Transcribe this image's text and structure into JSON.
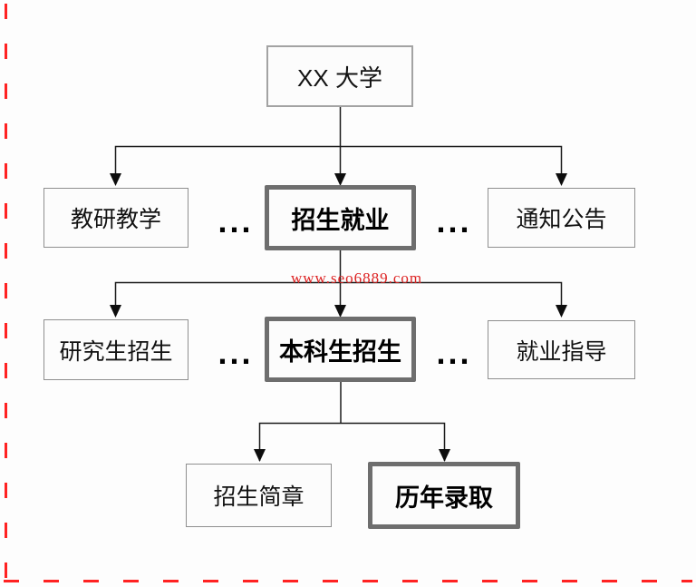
{
  "canvas": {
    "background": "#fdfdfd",
    "line_color": "#1b1b1b",
    "thin_border_color": "#8f8f8f",
    "thick_border_color": "#6e6e6e"
  },
  "watermark": {
    "text": "www.seo6889.com",
    "color": "#dd2222"
  },
  "ellipsis": "...",
  "crop_marks": {
    "color": "#ff2222",
    "sides": [
      "left",
      "bottom"
    ]
  },
  "nodes": {
    "root": {
      "label": "XX 大学",
      "emphasized": false
    },
    "l2a": {
      "label": "教研教学",
      "emphasized": false
    },
    "l2b": {
      "label": "招生就业",
      "emphasized": true
    },
    "l2c": {
      "label": "通知公告",
      "emphasized": false
    },
    "l3a": {
      "label": "研究生招生",
      "emphasized": false
    },
    "l3b": {
      "label": "本科生招生",
      "emphasized": true
    },
    "l3c": {
      "label": "就业指导",
      "emphasized": false
    },
    "l4a": {
      "label": "招生简章",
      "emphasized": false
    },
    "l4b": {
      "label": "历年录取",
      "emphasized": true
    }
  },
  "hierarchy": {
    "root": "XX 大学",
    "level2": [
      "教研教学",
      "招生就业",
      "通知公告"
    ],
    "level3_parent": "招生就业",
    "level3": [
      "研究生招生",
      "本科生招生",
      "就业指导"
    ],
    "level4_parent": "本科生招生",
    "level4": [
      "招生简章",
      "历年录取"
    ]
  }
}
